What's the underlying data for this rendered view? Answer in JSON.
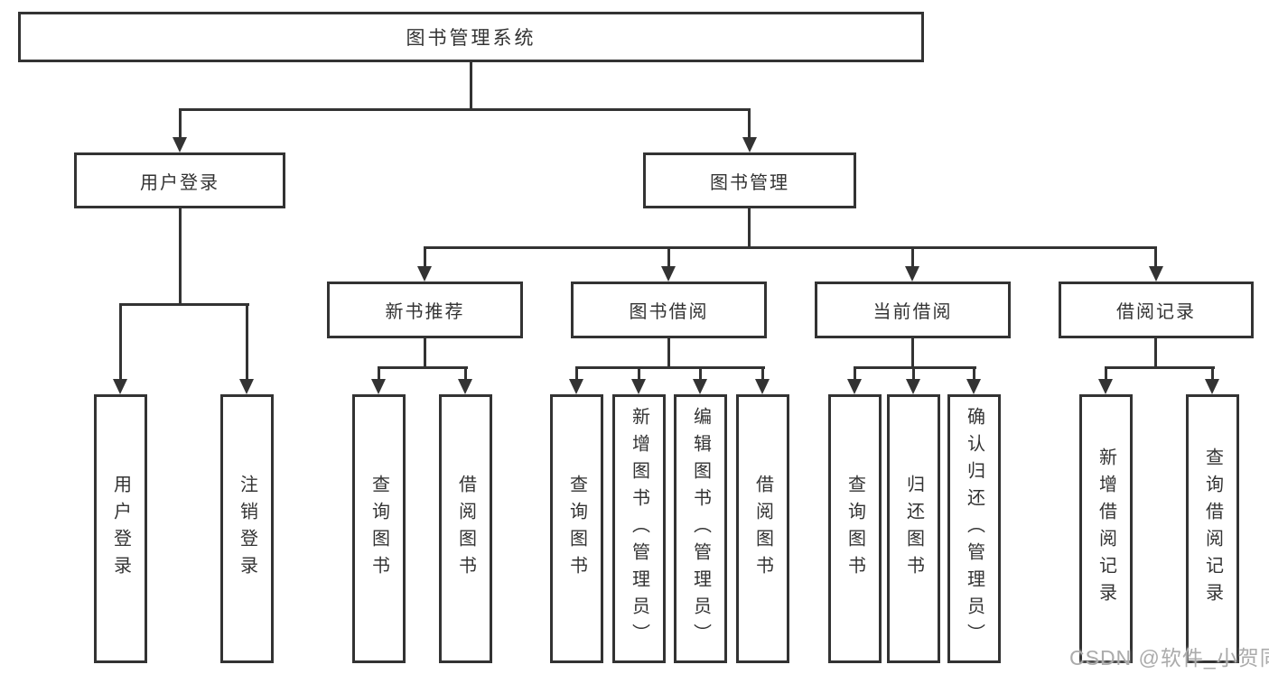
{
  "diagram": {
    "type": "hierarchy-tree",
    "tree": {
      "label": "图书管理系统",
      "children": [
        {
          "label": "用户登录",
          "children": [
            {
              "label": "用户登录"
            },
            {
              "label": "注销登录"
            }
          ]
        },
        {
          "label": "图书管理",
          "children": [
            {
              "label": "新书推荐",
              "children": [
                {
                  "label": "查询图书"
                },
                {
                  "label": "借阅图书"
                }
              ]
            },
            {
              "label": "图书借阅",
              "children": [
                {
                  "label": "查询图书"
                },
                {
                  "label": "新增图书（管理员）"
                },
                {
                  "label": "编辑图书（管理员）"
                },
                {
                  "label": "借阅图书"
                }
              ]
            },
            {
              "label": "当前借阅",
              "children": [
                {
                  "label": "查询图书"
                },
                {
                  "label": "归还图书"
                },
                {
                  "label": "确认归还（管理员）"
                }
              ]
            },
            {
              "label": "借阅记录",
              "children": [
                {
                  "label": "新增借阅记录"
                },
                {
                  "label": "查询借阅记录"
                }
              ]
            }
          ]
        }
      ]
    },
    "watermark": "CSDN @软件_小贺同学",
    "colors": {
      "line": "#333333",
      "box_border": "#333333",
      "box_fill": "#ffffff",
      "text": "#333333",
      "watermark": "#ababab",
      "background": "#ffffff"
    }
  }
}
